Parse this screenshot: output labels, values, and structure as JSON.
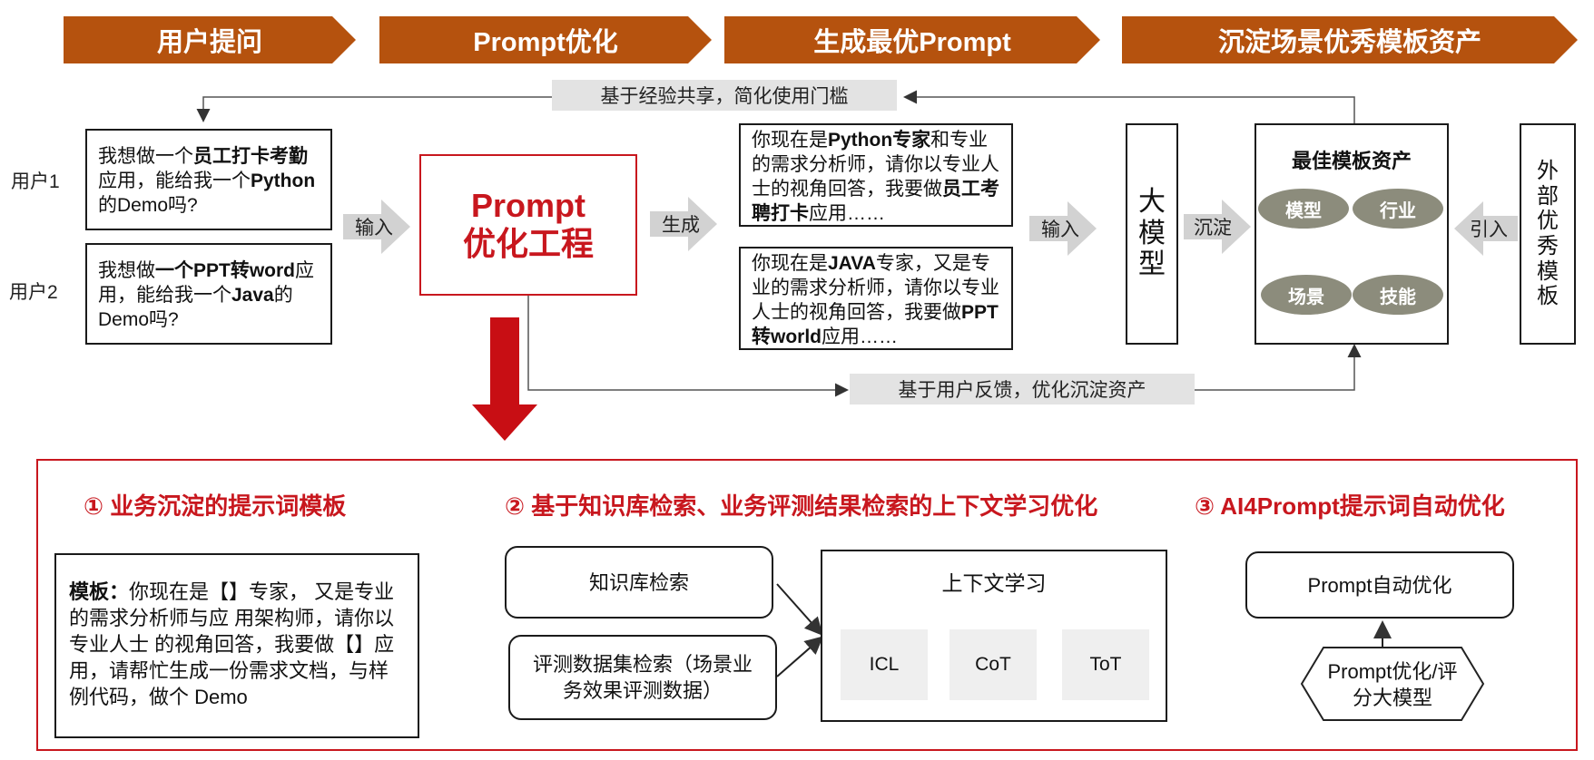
{
  "header": {
    "steps": [
      "用户提问",
      "Prompt优化",
      "生成最优Prompt",
      "沉淀场景优秀模板资产"
    ]
  },
  "feedback": {
    "top_label": "基于经验共享，简化使用门槛",
    "bottom_label": "基于用户反馈，优化沉淀资产"
  },
  "users": [
    {
      "label": "用户1",
      "q_pre": "我想做一个",
      "q_b1": "员工打卡考勤",
      "q_mid": "应用，能给我一个",
      "q_b2": "Python",
      "q_post": "的Demo吗?"
    },
    {
      "label": "用户2",
      "q_pre": "我想做",
      "q_b1": "一个PPT转word",
      "q_mid": "应用，能给我一个",
      "q_b2": "Java",
      "q_post": "的Demo吗?"
    }
  ],
  "arrows": {
    "input1": "输入",
    "generate": "生成",
    "input2": "输入",
    "settle": "沉淀",
    "import": "引入"
  },
  "engine": {
    "line1": "Prompt",
    "line2": "优化工程"
  },
  "generated": [
    {
      "p1": "你现在是",
      "b1": "Python专家",
      "p2": "和专业的需求分析师，请你以专业人士的视角回答，我要做",
      "b2": "员工考聘打卡",
      "p3": "应用……"
    },
    {
      "p1": "你现在是",
      "b1": "JAVA",
      "p2": "专家，又是专业的需求分析师，请你以专业人士的视角回答，我要做",
      "b2": "PPT转world",
      "p3": "应用……"
    }
  ],
  "llm": {
    "chars": [
      "大",
      "模",
      "型"
    ]
  },
  "assets": {
    "title": "最佳模板资产",
    "ovals": [
      "模型",
      "行业",
      "场景",
      "技能"
    ]
  },
  "external": {
    "chars": [
      "外",
      "部",
      "优",
      "秀",
      "模",
      "板"
    ]
  },
  "bottom": {
    "sec1": {
      "title": "① 业务沉淀的提示词模板",
      "tpl_label": "模板：",
      "tpl_text": "你现在是【】专家， 又是专业的需求分析师与应 用架构师，请你以专业人士 的视角回答，我要做【】应 用，请帮忙生成一份需求文档，与样例代码，做个 Demo"
    },
    "sec2": {
      "title": "② 基于知识库检索、业务评测结果检索的上下文学习优化",
      "kb": "知识库检索",
      "eval": "评测数据集检索（场景业务效果评测数据）",
      "ctx_title": "上下文学习",
      "methods": [
        "ICL",
        "CoT",
        "ToT"
      ]
    },
    "sec3": {
      "title": "③ AI4Prompt提示词自动优化",
      "auto": "Prompt自动优化",
      "model": "Prompt优化/评分大模型"
    }
  },
  "colors": {
    "chevron": "#b5520e",
    "accent_red": "#c8171e",
    "bar_gray": "#e3e3e3",
    "oval_gray": "#8c8c7c"
  }
}
